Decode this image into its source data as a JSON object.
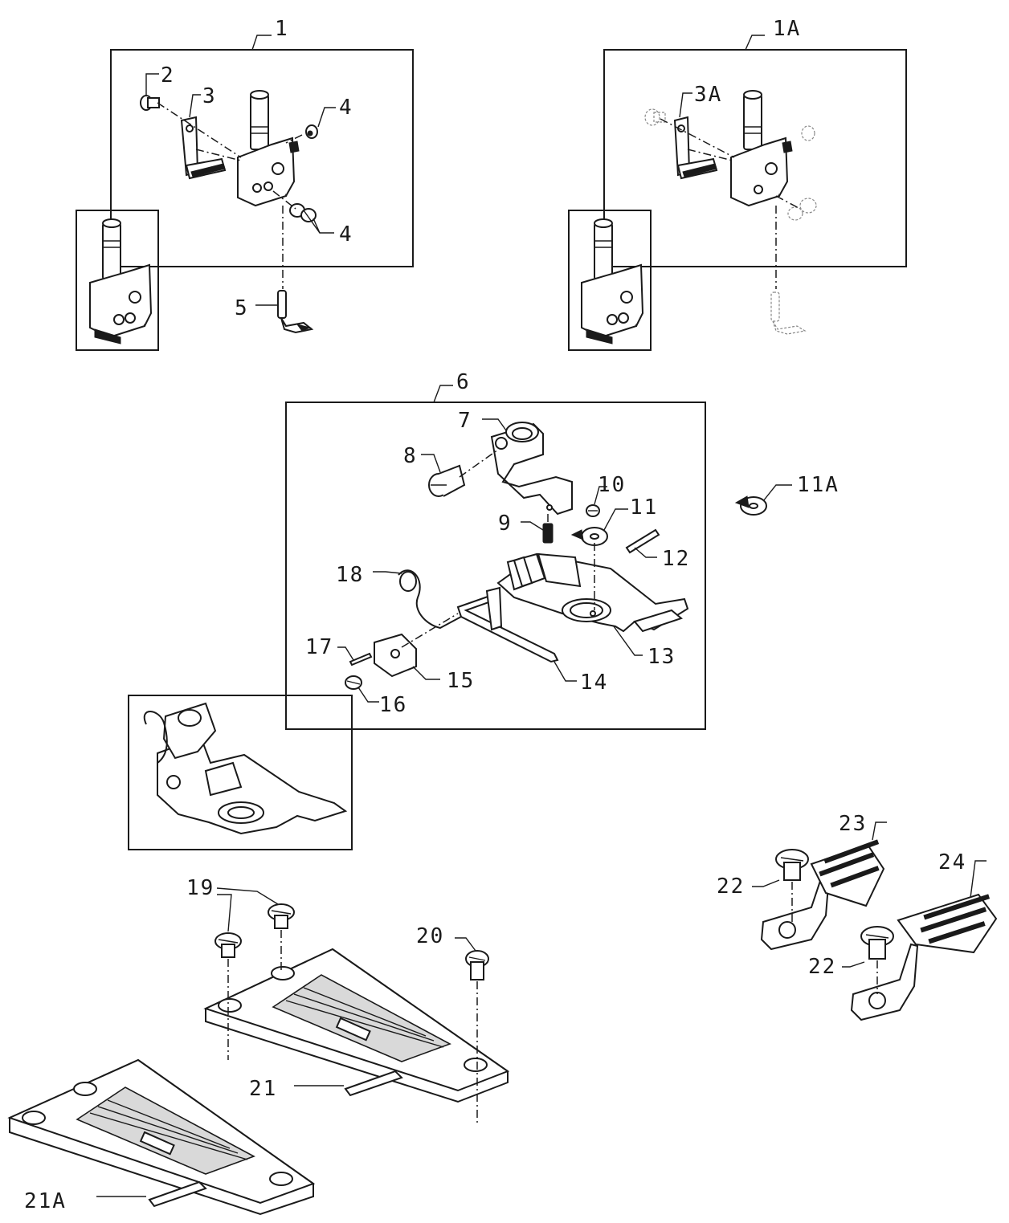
{
  "callouts": {
    "c1": "1",
    "c1a": "1A",
    "c2": "2",
    "c3": "3",
    "c3a": "3A",
    "c4a": "4",
    "c4b": "4",
    "c5": "5",
    "c6": "6",
    "c7": "7",
    "c8": "8",
    "c9": "9",
    "c10": "10",
    "c11": "11",
    "c11a": "11A",
    "c12": "12",
    "c13": "13",
    "c14": "14",
    "c15": "15",
    "c16": "16",
    "c17": "17",
    "c18": "18",
    "c19": "19",
    "c20": "20",
    "c21": "21",
    "c21a": "21A",
    "c22a": "22",
    "c22b": "22",
    "c23": "23",
    "c24": "24"
  },
  "colors": {
    "ink": "#1a1a1a",
    "paper": "#ffffff",
    "ghost": "#888888"
  }
}
